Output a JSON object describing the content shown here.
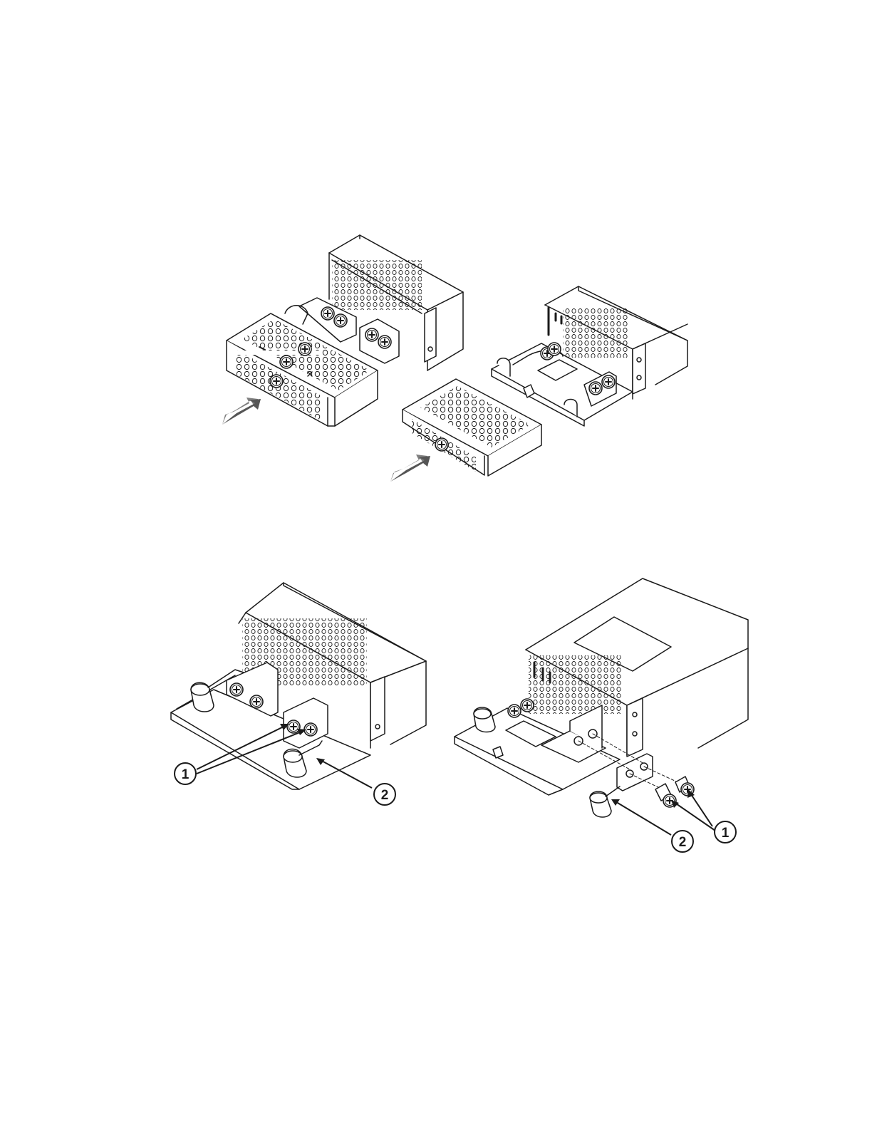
{
  "colors": {
    "line": "#1a1a1a",
    "arrow": "#7f7f7f",
    "arrow_dark": "#404040",
    "fill": "#ffffff"
  },
  "figures": [
    {
      "id": "cover-removal-left"
    },
    {
      "id": "cover-removal-right"
    },
    {
      "id": "terminal-installed-left"
    },
    {
      "id": "terminal-exploded-right"
    }
  ],
  "callouts": {
    "left": {
      "screws": "1",
      "lug": "2"
    },
    "right": {
      "screws": "1",
      "lug": "2"
    }
  }
}
